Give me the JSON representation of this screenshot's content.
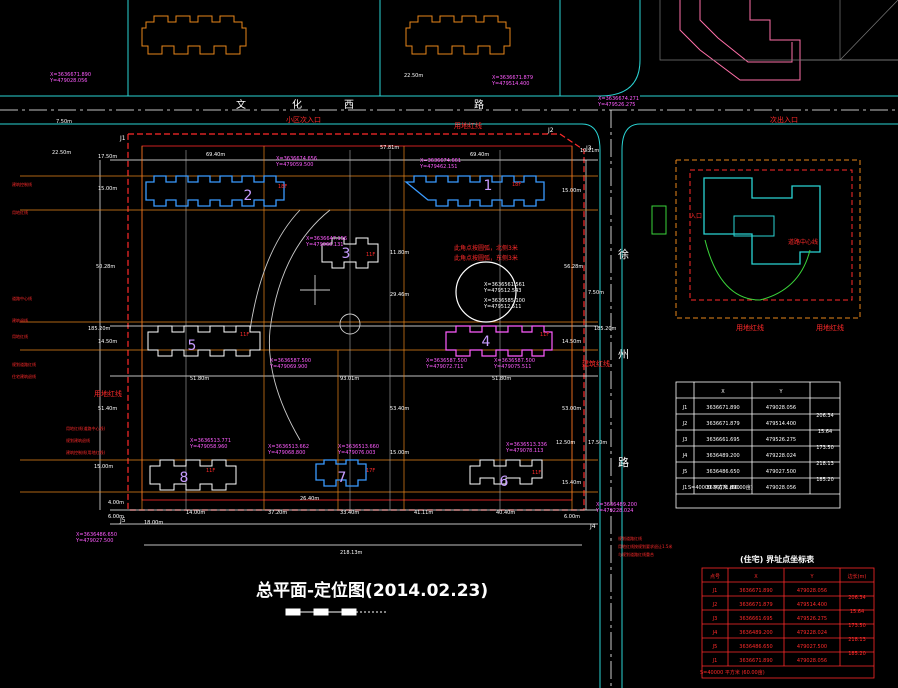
{
  "drawing": {
    "title": "总平面-定位图(2014.02.23)",
    "roads": {
      "top_road": [
        "文",
        "化",
        "西",
        "路"
      ],
      "right_road": [
        "徐",
        "州",
        "路"
      ]
    },
    "labels": {
      "community_entrance": "小区次入口",
      "secondary_entrance": "次出入口",
      "land_redline": "用地红线",
      "land_redline_2": "用地红线",
      "land_redline_left": "用地红线",
      "land_redline_right": "用地红线",
      "building_redline": "建筑红线",
      "entrance_left": "入口",
      "road_centerline": "道路中心线",
      "s_scale": "S=40000 平方米 (60.00亩)",
      "s_scale_2": "S=40000 平方米 (60.00亩)",
      "coord_table_title": "(住宅) 界址点坐标表"
    },
    "buildings": [
      "2",
      "1",
      "3",
      "5",
      "4",
      "8",
      "7",
      "6"
    ],
    "floor_tags": [
      "18F",
      "18F",
      "11F",
      "11F",
      "11F",
      "11F",
      "17F",
      "11F"
    ],
    "dimensions": {
      "d_2250": "22.50m",
      "d_750": "7.50m",
      "d_2250b": "22.50m",
      "d_1750": "17.50m",
      "d_1500": "15.00m",
      "d_6940a": "69.40m",
      "d_5781": "57.81m",
      "d_6940b": "69.40m",
      "d_1021": "10.21m",
      "d_1500b": "15.00m",
      "d_1180": "11.80m",
      "d_2946": "29.46m",
      "d_5028": "50.28m",
      "d_5628": "56.28m",
      "d_750b": "7.50m",
      "d_18520": "185.20m",
      "d_18520b": "185.20m",
      "d_1450": "14.50m",
      "d_1450b": "14.50m",
      "d_5180": "51.80m",
      "d_9301": "93.01m",
      "d_5180b": "51.80m",
      "d_5140": "51.40m",
      "d_5340": "53.40m",
      "d_5300": "53.00m",
      "d_1250": "12.50m",
      "d_1750b": "17.50m",
      "d_1500c": "15.00m",
      "d_1500d": "15.00m",
      "d_1540": "15.40m",
      "d_400": "4.00m",
      "d_600": "6.00m",
      "d_1400": "14.00m",
      "d_3720": "37.20m",
      "d_3340": "33.40m",
      "d_4111": "41.11m",
      "d_4040": "40.40m",
      "d_600b": "6.00m",
      "d_1800": "18.00m",
      "d_21813": "218.13m",
      "d_2640": "26.40m"
    },
    "points": {
      "j1": "J1",
      "j2": "J2",
      "j3": "J3",
      "j4": "J4",
      "j5": "J5"
    },
    "coords": {
      "c_top_left": [
        "X=3636671.890",
        "Y=479028.056"
      ],
      "c_top_mid": [
        "X=3636671.879",
        "Y=479514.400"
      ],
      "c_top_right": [
        "X=3636674.271",
        "Y=479526.275"
      ],
      "c_b2": [
        "X=3636674.656",
        "Y=479059.500"
      ],
      "c_b1": [
        "X=3636674.661",
        "Y=479462.151"
      ],
      "c_b3": [
        "X=3636647.156",
        "Y=479060.131"
      ],
      "c_b5": [
        "X=3636587.500",
        "Y=479069.900"
      ],
      "c_b4a": [
        "X=3636587.500",
        "Y=479072.711"
      ],
      "c_b4b": [
        "X=3636587.500",
        "Y=479075.511"
      ],
      "c_b8": [
        "X=3636513.771",
        "Y=479058.960"
      ],
      "c_b7a": [
        "X=3636513.662",
        "Y=479068.800"
      ],
      "c_b7b": [
        "X=3636513.660",
        "Y=479076.003"
      ],
      "c_b6": [
        "X=3636513.336",
        "Y=479078.113"
      ],
      "c_bot_left": [
        "X=3636486.650",
        "Y=479027.500"
      ],
      "c_bot_right": [
        "X=3636489.200",
        "Y=479228.024"
      ],
      "c_center_1": [
        "X=3636561.561",
        "Y=479512.543"
      ],
      "c_center_2": [
        "X=3636585.100",
        "Y=479512.511"
      ]
    },
    "note_red": [
      "此角点按圆弧，北侧3米",
      "此角点按圆弧，东侧3米"
    ],
    "table1": {
      "headers": [
        "",
        "X",
        "Y",
        ""
      ],
      "rows": [
        [
          "J1",
          "3636671.890",
          "479028.056",
          ""
        ],
        [
          "J2",
          "3636671.879",
          "479514.400",
          "206.34"
        ],
        [
          "J3",
          "3636661.695",
          "479526.275",
          "15.64"
        ],
        [
          "J4",
          "3636489.200",
          "479228.024",
          "173.50"
        ],
        [
          "J5",
          "3636486.650",
          "479027.500",
          "218.13"
        ],
        [
          "J1",
          "3636671.890",
          "479028.056",
          "185.20"
        ]
      ],
      "footer": "S=40000 平方米 (60.00亩)"
    },
    "table2": {
      "headers": [
        "点号",
        "X",
        "Y",
        "边长(m)"
      ],
      "rows": [
        [
          "J1",
          "3636671.890",
          "479028.056",
          ""
        ],
        [
          "J2",
          "3636671.879",
          "479514.400",
          "206.34"
        ],
        [
          "J3",
          "3636661.695",
          "479526.275",
          "15.64"
        ],
        [
          "J4",
          "3636489.200",
          "479228.024",
          "173.50"
        ],
        [
          "J5",
          "3636486.650",
          "479027.500",
          "218.13"
        ],
        [
          "J1",
          "3636671.890",
          "479028.056",
          "185.20"
        ]
      ],
      "footer": "S=40000 平方米 (60.00亩)"
    },
    "left_notes": [
      "建筑控制线",
      "用地红线",
      "道路中心线",
      "建筑退线",
      "用地红线",
      "规划道路红线",
      "住宅建筑退线"
    ],
    "left_notes_bottom": [
      "用地红线(道路中心线)",
      "规划建筑退线",
      "建筑控制线(用地红线)"
    ],
    "bottom_notes": [
      "规划道路红线",
      "用地红线按规划要求退让1.5米",
      "与规划道路红线重合"
    ]
  }
}
